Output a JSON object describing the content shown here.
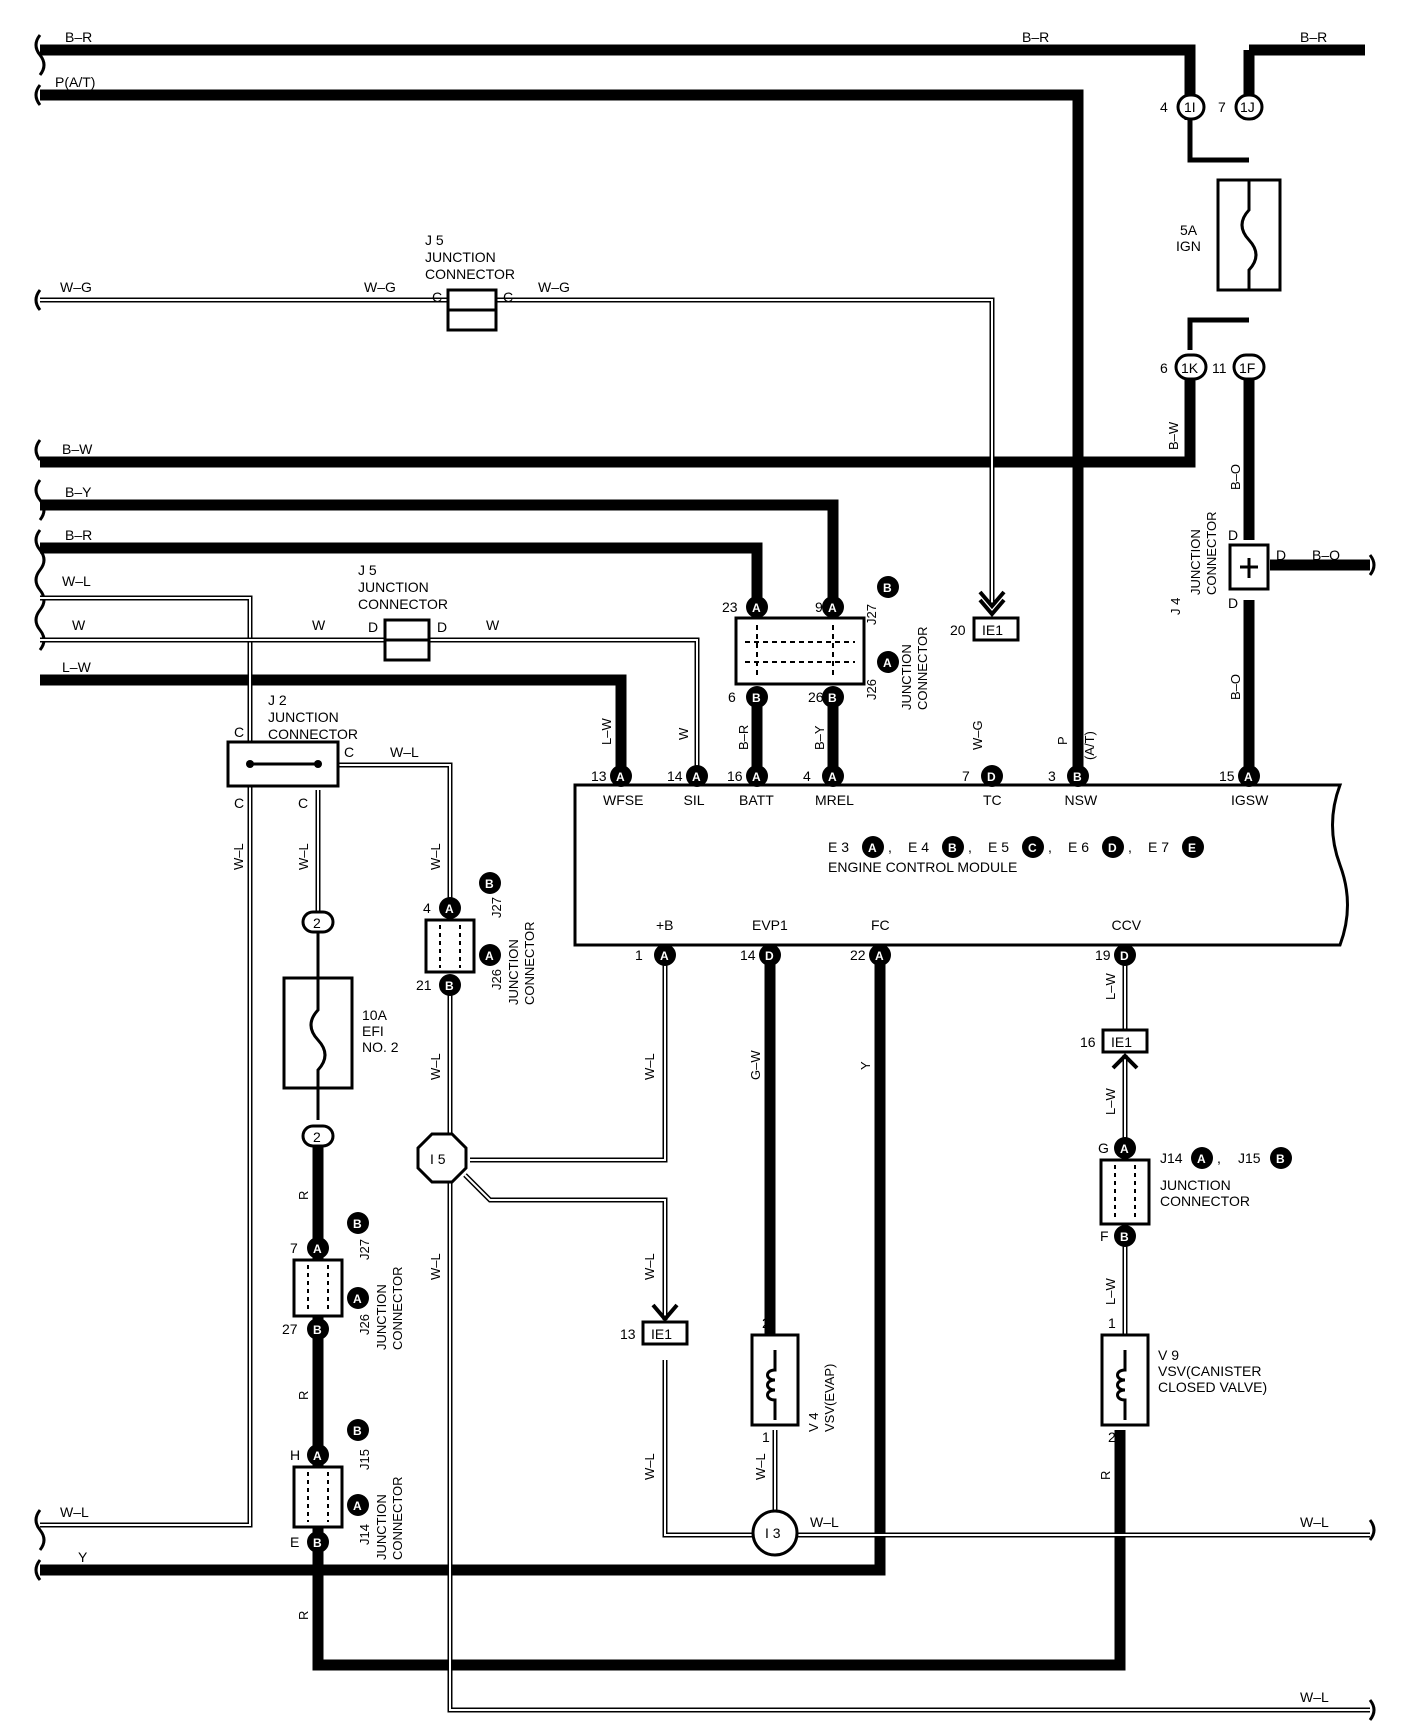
{
  "wires": {
    "b_r_top_left": "B–R",
    "b_r_top_mid": "B–R",
    "b_r_top_right": "B–R",
    "p_at": "P(A/T)",
    "w_g_left": "W–G",
    "w_g_mid": "W–G",
    "w_g_right": "W–G",
    "b_w_left": "B–W",
    "b_w_vert": "B–W",
    "b_y_left": "B–Y",
    "b_r_left": "B–R",
    "w_l_left": "W–L",
    "w_left": "W",
    "w_mid": "W",
    "w_right": "W",
    "l_w_left": "L–W",
    "w_l_j2": "W–L",
    "b_o_upper": "B–O",
    "b_o_right": "B–O",
    "b_o_lower": "B–O",
    "l_w_wfse": "L–W",
    "w_sil": "W",
    "b_r_batt": "B–R",
    "b_y_mrel": "B–Y",
    "w_g_tc": "W–G",
    "p_nsw": "P",
    "at_nsw": "(A/T)",
    "w_l_v1": "W–L",
    "w_l_v2": "W–L",
    "w_l_v3": "W–L",
    "w_l_v4": "W–L",
    "w_l_v5": "W–L",
    "w_l_v6": "W–L",
    "w_l_v7": "W–L",
    "w_l_v8": "W–L",
    "g_w": "G–W",
    "y_fc": "Y",
    "l_w_ccv1": "L–W",
    "l_w_ccv2": "L–W",
    "l_w_ccv3": "L–W",
    "w_l_i3": "W–L",
    "r_v9": "R",
    "r_1": "R",
    "r_2": "R",
    "r_3": "R",
    "w_l_bottom_left": "W–L",
    "w_l_bottom_right": "W–L",
    "y_bottom": "Y",
    "w_l_last": "W–L"
  },
  "connectors": {
    "c_1i": "1I",
    "c_1j": "1J",
    "c_1k": "1K",
    "c_1f": "1F",
    "pin_4": "4",
    "pin_7": "7",
    "pin_6": "6",
    "pin_11": "11"
  },
  "fuses": {
    "ign_amp": "5A",
    "ign_name": "IGN",
    "efi_amp": "10A",
    "efi_name1": "EFI",
    "efi_name2": "NO. 2"
  },
  "junctions": {
    "j5_top_id": "J 5",
    "j5_top_t1": "JUNCTION",
    "j5_top_t2": "CONNECTOR",
    "j5_top_c1": "C",
    "j5_top_c2": "C",
    "j5_mid_id": "J 5",
    "j5_mid_t1": "JUNCTION",
    "j5_mid_t2": "CONNECTOR",
    "j5_mid_d1": "D",
    "j5_mid_d2": "D",
    "j2_id": "J 2",
    "j2_t1": "JUNCTION",
    "j2_t2": "CONNECTOR",
    "j2_c1": "C",
    "j2_c2": "C",
    "j2_c3": "C",
    "j2_c4": "C",
    "j4_id": "J 4",
    "j4_t1": "JUNCTION",
    "j4_t2": "CONNECTOR",
    "j4_d1": "D",
    "j4_d2": "D",
    "j4_d3": "D",
    "j26_label": "J26",
    "j27_label": "J27",
    "jc_label1": "JUNCTION",
    "jc_label2": "CONNECTOR",
    "j14_label": "J14",
    "j15_label": "J15",
    "j14_j15_text1": "JUNCTION",
    "j14_j15_text2": "CONNECTOR",
    "comma": ","
  },
  "ecm": {
    "title": "ENGINE CONTROL MODULE",
    "conns": [
      "E 3",
      "E 4",
      "E 5",
      "E 6",
      "E 7"
    ],
    "conn_letters": [
      "A",
      "B",
      "C",
      "D",
      "E"
    ],
    "top_terms": [
      "WFSE",
      "SIL",
      "BATT",
      "MREL",
      "TC",
      "NSW",
      "IGSW"
    ],
    "top_pins": [
      "13",
      "14",
      "16",
      "4",
      "7",
      "3",
      "15"
    ],
    "top_letters": [
      "A",
      "A",
      "A",
      "A",
      "D",
      "B",
      "A"
    ],
    "bottom_terms": [
      "+B",
      "EVP1",
      "FC",
      "CCV"
    ],
    "bottom_pins": [
      "1",
      "14",
      "22",
      "19"
    ],
    "bottom_letters": [
      "A",
      "D",
      "A",
      "D"
    ]
  },
  "pins": {
    "p23": "23",
    "p9": "9",
    "p6": "6",
    "p26": "26",
    "p20": "20",
    "ie1": "IE1",
    "p16": "16",
    "p13": "13",
    "p4": "4",
    "p21": "21",
    "p7": "7",
    "p27": "27",
    "h": "H",
    "e": "E",
    "g": "G",
    "f": "F",
    "p2a": "2",
    "p2b": "2",
    "p2c": "2",
    "p1a": "1",
    "p2d": "2",
    "p1b": "1",
    "a": "A",
    "b": "B",
    "d": "D"
  },
  "splices": {
    "i5": "I 5",
    "i3": "I 3"
  },
  "vsv": {
    "v4_id": "V 4",
    "v4_name": "VSV(EVAP)",
    "v9_id": "V 9",
    "v9_name1": "VSV(CANISTER",
    "v9_name2": "CLOSED VALVE)"
  }
}
